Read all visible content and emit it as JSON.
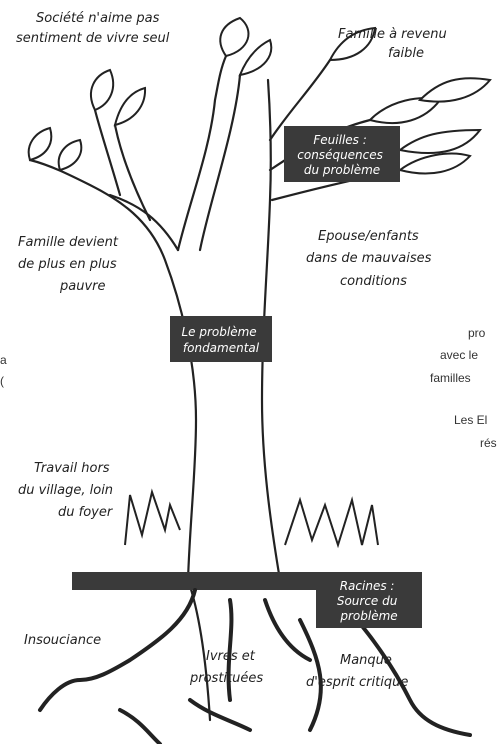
{
  "labels": {
    "societe": [
      "Société n'aime pas",
      "sentiment de vivre seul"
    ],
    "famille_revenu": [
      "Famille à revenu",
      "faible"
    ],
    "feuilles": [
      "Feuilles :",
      "conséquences",
      "du problème"
    ],
    "famille_pauvre": [
      "Famille devient",
      "de plus en plus",
      "pauvre"
    ],
    "epouse": [
      "Epouse/enfants",
      "dans de mauvaises",
      "conditions"
    ],
    "probleme": [
      "Le problème",
      "fondamental"
    ],
    "travail": [
      "Travail hors",
      "du village, loin",
      "du foyer"
    ],
    "racines": [
      "Racines :",
      "Source du",
      "problème"
    ],
    "insouciance": "Insouciance",
    "ivres": [
      "Ivres et",
      "prostituées"
    ],
    "manque": [
      "Manque",
      "d'esprit critique"
    ]
  },
  "side_text": {
    "line1": "pro",
    "line2": "avec le",
    "line3": "familles",
    "line4": "Les El",
    "line5": "rés",
    "left1": "a",
    "left2": "("
  },
  "colors": {
    "box": "#3a3a3a",
    "stroke": "#222222",
    "background": "#ffffff"
  }
}
